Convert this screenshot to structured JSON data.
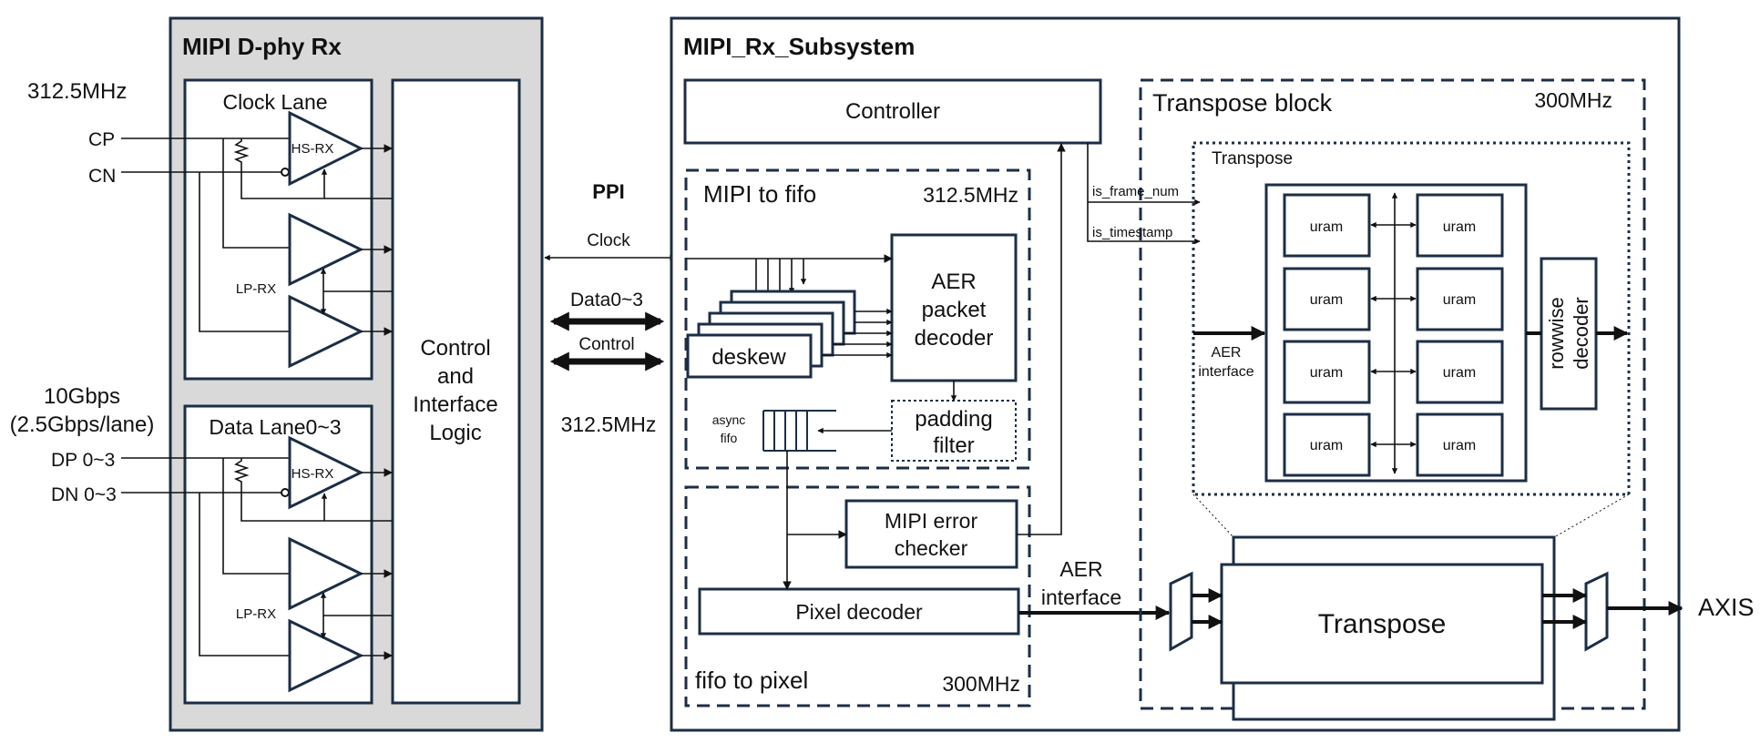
{
  "dphy": {
    "title": "MIPI D-phy Rx",
    "clock_freq": "312.5MHz",
    "clock_lane": "Clock Lane",
    "cp": "CP",
    "cn": "CN",
    "hsrx": "HS-RX",
    "lprx": "LP-RX",
    "data_rate": "10Gbps",
    "data_rate_sub": "(2.5Gbps/lane)",
    "data_lane": "Data Lane0~3",
    "dp": "DP 0~3",
    "dn": "DN 0~3",
    "control_logic": [
      "Control",
      "and",
      "Interface",
      "Logic"
    ]
  },
  "ppi": {
    "title": "PPI",
    "clock": "Clock",
    "data": "Data0~3",
    "control": "Control",
    "freq": "312.5MHz"
  },
  "subsystem": {
    "title": "MIPI_Rx_Subsystem",
    "controller": "Controller",
    "mipi_to_fifo": "MIPI to fifo",
    "mipi_to_fifo_freq": "312.5MHz",
    "aer_decoder": [
      "AER",
      "packet",
      "decoder"
    ],
    "deskew": "deskew",
    "async_fifo": [
      "async",
      "fifo"
    ],
    "padding_filter": [
      "padding",
      "filter"
    ],
    "error_checker": [
      "MIPI error",
      "checker"
    ],
    "pixel_decoder": "Pixel decoder",
    "fifo_to_pixel": "fifo to pixel",
    "fifo_to_pixel_freq": "300MHz",
    "aer_interface": [
      "AER",
      "interface"
    ]
  },
  "transpose_block": {
    "title": "Transpose block",
    "freq": "300MHz",
    "is_frame_num": "is_frame_num",
    "is_timestamp": "is_timestamp",
    "inner_title": "Transpose",
    "aer_interface": [
      "AER",
      "interface"
    ],
    "uram": "uram",
    "rowwise": "rowwise",
    "decoder": "decoder",
    "transpose_main": "Transpose"
  },
  "axis": "AXIS"
}
